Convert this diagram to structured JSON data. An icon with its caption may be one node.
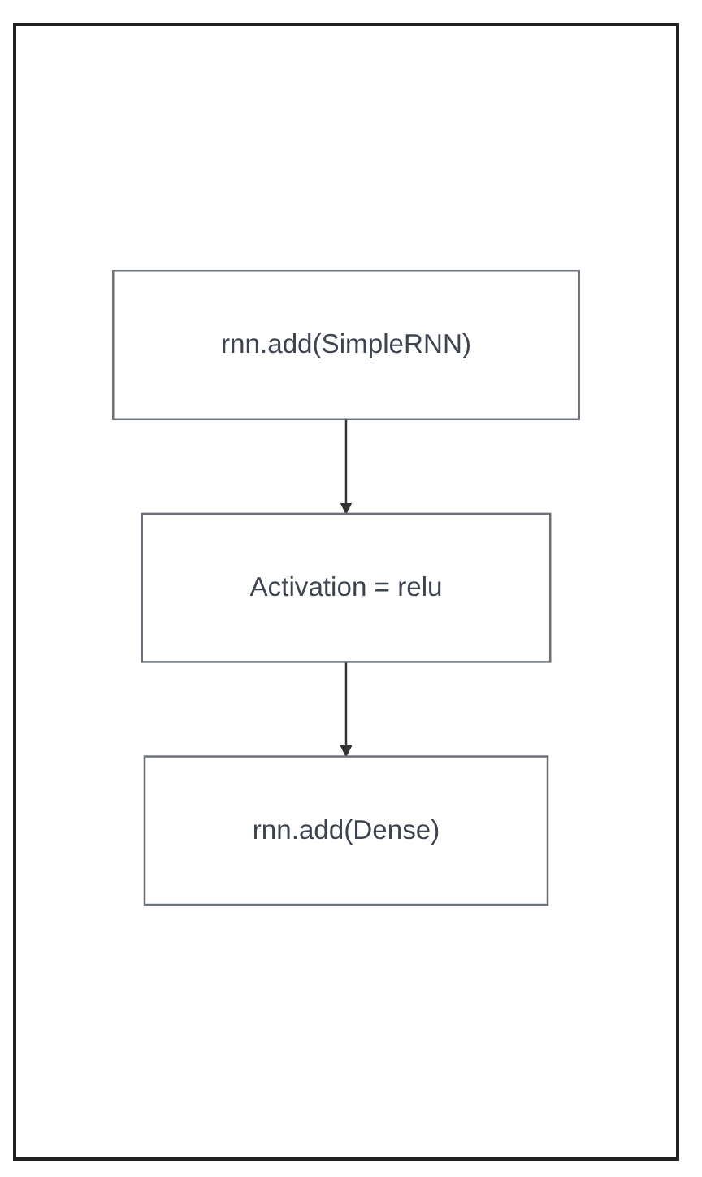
{
  "diagram": {
    "nodes": [
      {
        "text": [
          "rnn.add(SimpleRNN)"
        ]
      },
      {
        "text": [
          "Activation = relu"
        ]
      },
      {
        "text": [
          "rnn.add(Dense)"
        ]
      }
    ],
    "edges": [
      {
        "from": 0,
        "to": 1,
        "arrow": "to"
      },
      {
        "from": 1,
        "to": 2,
        "arrow": "to"
      }
    ]
  }
}
